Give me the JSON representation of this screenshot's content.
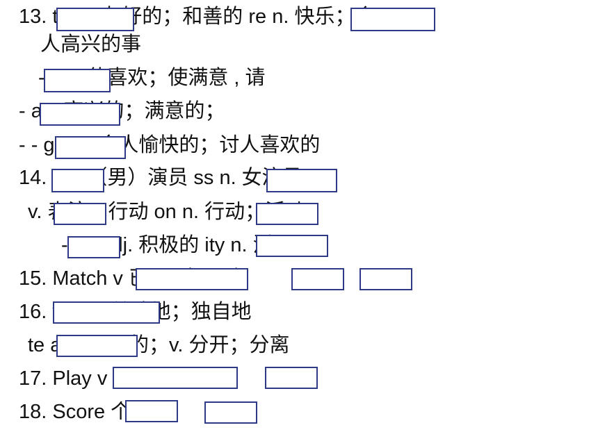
{
  "lines": [
    {
      "id": "l1",
      "text": "13.              t adj. 友好的；和善的                  re n. 快乐；令"
    },
    {
      "id": "l2",
      "text": "人高兴的事"
    },
    {
      "id": "l3",
      "text": "-             e v. 使喜欢；使满意 , 请"
    },
    {
      "id": "l4",
      "text": "-                  adj.高兴的；满意的；"
    },
    {
      "id": "l5",
      "text": "-  -                g adj. 令人愉快的；讨人喜欢的"
    },
    {
      "id": "l6",
      "text": "14.          r n. （男）演员                ss n. 女演员"
    },
    {
      "id": "l7",
      "text": "                v. 表演；行动             on n. 行动；活动；"
    },
    {
      "id": "l8",
      "text": "-            ve adj. 积极的              ity n. 活动"
    },
    {
      "id": "l9",
      "text": "15. Match v                    已 ；          类；          赛"
    },
    {
      "id": "l10",
      "text": "16.                   y adv. 单独地；独自地"
    },
    {
      "id": "l11",
      "text": "                  te  adj. 分开的；v.  分开；分离"
    },
    {
      "id": "l12",
      "text": "17. Play v                        演           本"
    },
    {
      "id": "l13",
      "text": "18. Score            个   r           数"
    }
  ]
}
